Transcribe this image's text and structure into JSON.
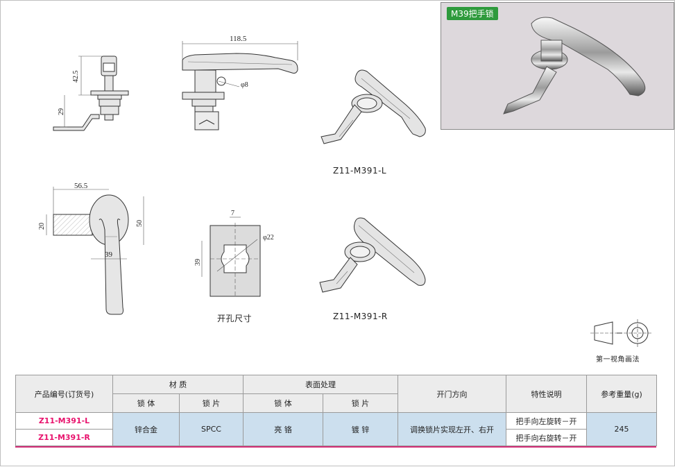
{
  "photo": {
    "tag": "M39把手锁"
  },
  "dimensions": {
    "side_height": "42.5",
    "side_lower": "29",
    "top_length": "118.5",
    "shaft_dia": "φ8",
    "front_width": "56.5",
    "front_left": "20",
    "front_height": "50",
    "front_bottom": "39",
    "cut_width": "7",
    "cut_dia": "φ22",
    "cut_height": "39"
  },
  "captions": {
    "model_l": "Z11-M391-L",
    "model_r": "Z11-M391-R",
    "cutout": "开孔尺寸",
    "projection": "第一视角画法"
  },
  "table": {
    "headers": {
      "product_code": "产品编号(订货号)",
      "material": "材  质",
      "finish": "表面处理",
      "direction": "开门方向",
      "feature": "特性说明",
      "weight": "参考重量(g)",
      "body": "锁 体",
      "plate": "锁 片",
      "finish_body": "锁 体",
      "finish_plate": "锁 片"
    },
    "rows": [
      {
        "code": "Z11-M391-L",
        "feature": "把手向左旋转－开"
      },
      {
        "code": "Z11-M391-R",
        "feature": "把手向右旋转－开"
      }
    ],
    "shared": {
      "body_material": "锌合金",
      "plate_material": "SPCC",
      "body_finish": "亮 铬",
      "plate_finish": "镀 锌",
      "direction": "调换锁片实现左开、右开",
      "weight": "245"
    }
  }
}
